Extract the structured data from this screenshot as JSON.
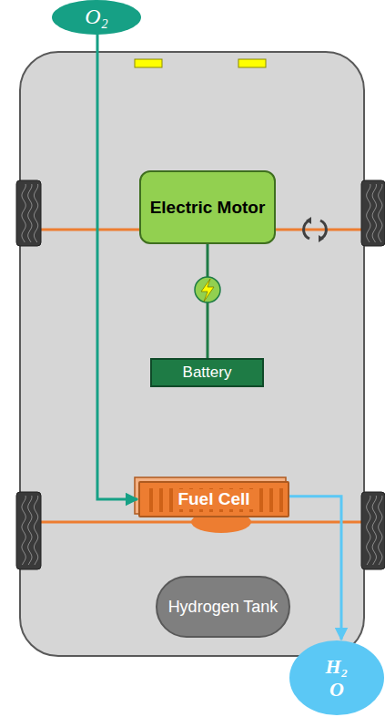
{
  "diagram": {
    "nodes": [
      {
        "text": [
          "O₂"
        ]
      },
      {
        "text": [
          "Electric Motor"
        ]
      },
      {
        "text": [
          "Battery"
        ]
      },
      {
        "text": [
          "Fuel Cell"
        ]
      },
      {
        "text": [
          "Hydrogen Tank"
        ]
      },
      {
        "text": [
          "H₂ O"
        ]
      }
    ],
    "edges": [
      {
        "from": 0,
        "to": 3,
        "arrow": "to"
      },
      {
        "from": 1,
        "to": 2,
        "arrow": "none"
      },
      {
        "from": 3,
        "to": 5,
        "arrow": "to"
      }
    ]
  }
}
